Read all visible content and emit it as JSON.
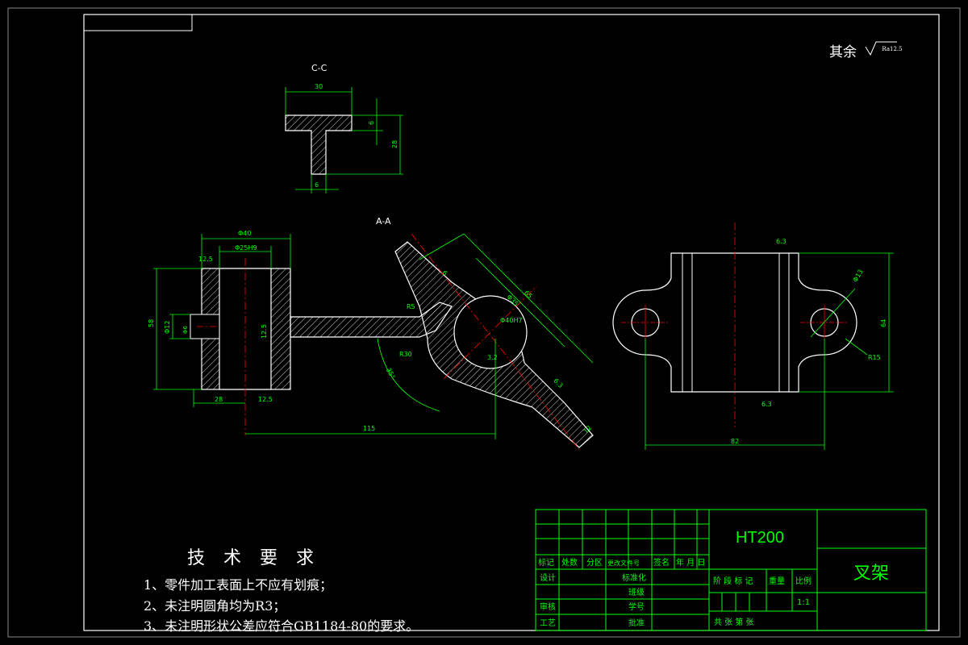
{
  "drawing": {
    "section_cc_label": "C-C",
    "section_aa_label": "A-A",
    "roughness_other": "其余",
    "roughness_other_value": "Ra12.5"
  },
  "dims": {
    "cc_width": "30",
    "cc_flange": "6",
    "cc_height": "28",
    "cc_web": "6",
    "left_outer_dia": "Φ40",
    "left_bore": "Φ25H9",
    "left_height": "58",
    "left_hole": "Φ12",
    "left_hole_small": "Φ6",
    "left_rough_top": "12.5",
    "left_rough_mid": "12.5",
    "left_rough_bottom": "12.5",
    "left_offset": "28",
    "arm_r5": "R5",
    "arm_r30": "R30",
    "arm_angle": "35°",
    "arm_6": "6",
    "arm_span": "65",
    "arm_bore": "Φ35",
    "arm_bore2": "Φ40H7",
    "arm_rough": "3.2",
    "arm_rough2": "6.3",
    "arm_12": "12",
    "total_115": "115",
    "right_rough_top": "6.3",
    "right_rough_bottom": "6.3",
    "right_hole": "Φ13",
    "right_r15": "R15",
    "right_height": "64",
    "right_width": "82"
  },
  "requirements": {
    "title": "技 术 要 求",
    "items": [
      "1、零件加工表面上不应有划痕；",
      "2、未注明圆角均为R3；",
      "3、未注明形状公差应符合GB1184-80的要求。"
    ]
  },
  "title_block": {
    "material": "HT200",
    "part_name": "叉架",
    "mark": "标记",
    "count": "处数",
    "zone": "分区",
    "change_doc": "更改文件号",
    "signature": "签名",
    "date": "年 月 日",
    "design": "设计",
    "standardize": "标准化",
    "stage_mark": "阶 段 标 记",
    "weight": "重量",
    "scale": "比例",
    "class": "班级",
    "student_no": "学号",
    "review": "审核",
    "process": "工艺",
    "approve": "批准",
    "scale_value": "1:1",
    "sheets": "共    张    第    张"
  },
  "colors": {
    "border": "#ffffff",
    "line": "#ffffff",
    "dimension": "#00ff00",
    "center": "#ff0000",
    "hatch": "#ffffff"
  }
}
